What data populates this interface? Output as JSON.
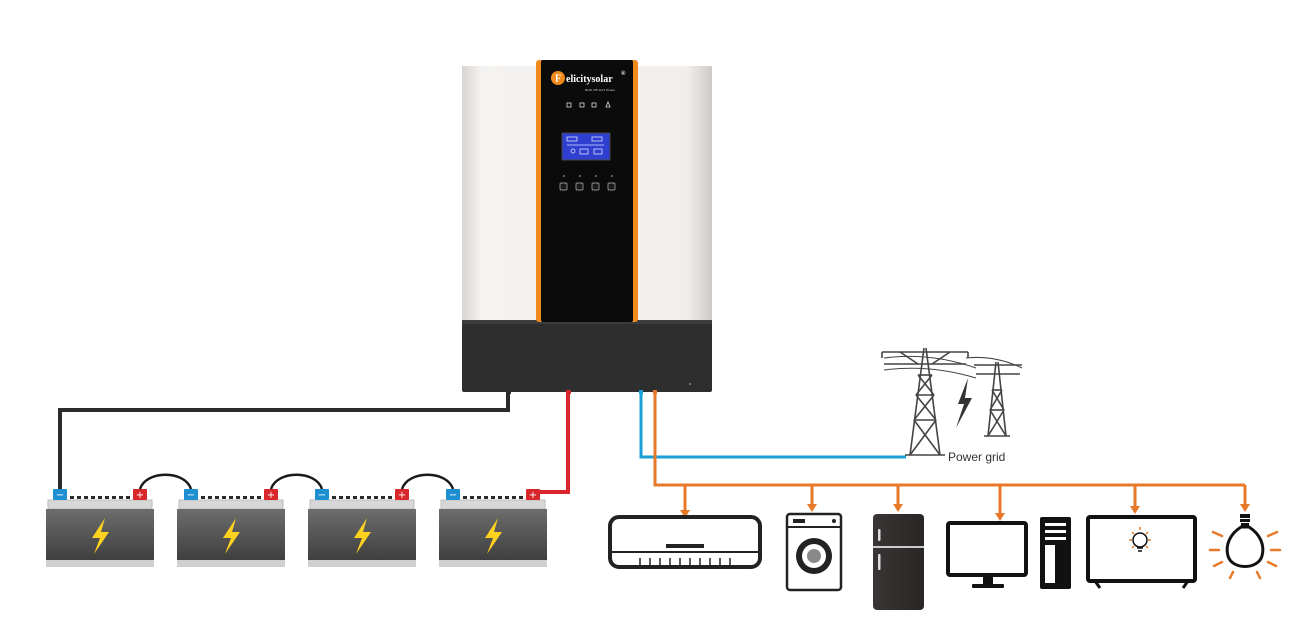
{
  "inverter": {
    "brand": "elicitysolar",
    "brand_initial": "F",
    "registered_mark": "®",
    "subtitle": "Multi Off-Grid Power"
  },
  "grid": {
    "label": "Power grid"
  },
  "battery": {
    "count": 4,
    "negative_symbol": "−",
    "positive_symbol": "+"
  },
  "loads": [
    {
      "name": "air-conditioner-icon"
    },
    {
      "name": "washing-machine-icon"
    },
    {
      "name": "refrigerator-icon"
    },
    {
      "name": "computer-icon"
    },
    {
      "name": "television-icon"
    },
    {
      "name": "light-bulb-icon"
    }
  ],
  "colors": {
    "ac_output": "#e8792a",
    "grid_input": "#1aa0d8",
    "battery_positive": "#d9262b",
    "battery_negative": "#2b2b2b",
    "battery_terminal_negative": "#1e8fd1",
    "battery_terminal_positive": "#d9262b",
    "inverter_accent": "#f08a1c"
  }
}
